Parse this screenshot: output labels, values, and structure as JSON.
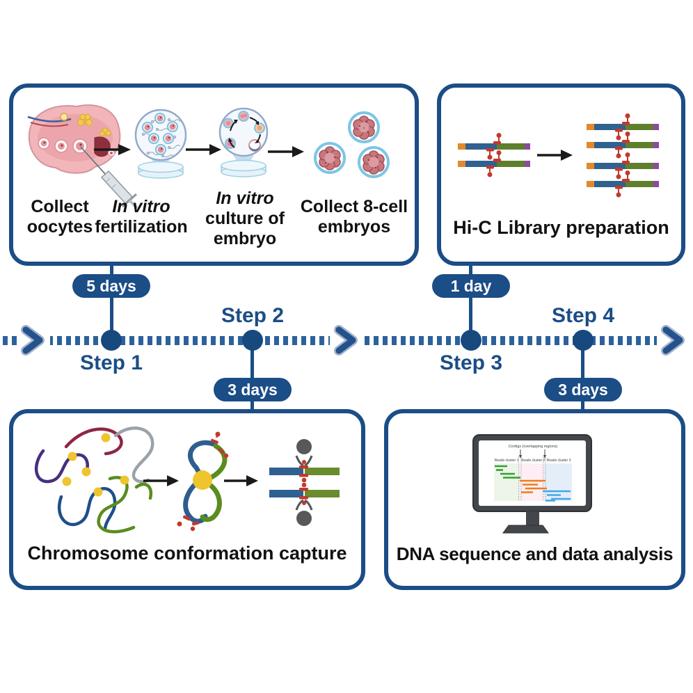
{
  "timeline": {
    "steps": [
      {
        "label": "Step 1",
        "duration": "5 days"
      },
      {
        "label": "Step 2",
        "duration": "3 days"
      },
      {
        "label": "Step 3",
        "duration": "1 day"
      },
      {
        "label": "Step 4",
        "duration": "3 days"
      }
    ]
  },
  "box1": {
    "captions": {
      "oocytes": {
        "line1": "Collect",
        "line2": "oocytes"
      },
      "ivf": {
        "line1": "In vitro",
        "line2": "fertilization"
      },
      "culture": {
        "line1": "In vitro",
        "line2": "culture of",
        "line3": "embryo"
      },
      "embryos": {
        "line1": "Collect 8-cell",
        "line2": "embryos"
      }
    }
  },
  "box2": {
    "caption": "Hi-C Library preparation"
  },
  "box3": {
    "caption": "Chromosome conformation capture"
  },
  "box4": {
    "caption": "DNA sequence and data analysis",
    "monitor": {
      "title": "Contigs (overlapping regions)",
      "clusters": [
        "Reads cluster 1",
        "Reads cluster 2",
        "Reads cluster 3"
      ]
    }
  },
  "colors": {
    "navy": "#1b4d86",
    "dash_blue": "#2c619c",
    "arrow_black": "#1a1a1a",
    "fragment_orange": "#e3892b",
    "fragment_blue": "#30618f",
    "fragment_green": "#5f7f2d",
    "fragment_purple": "#8d4a9e",
    "biotin_red": "#c1392e",
    "crosslink_yellow": "#eec42f",
    "reads_green": "#33a12e",
    "reads_orange": "#ef7d1a",
    "reads_blue": "#3fa8e8"
  }
}
